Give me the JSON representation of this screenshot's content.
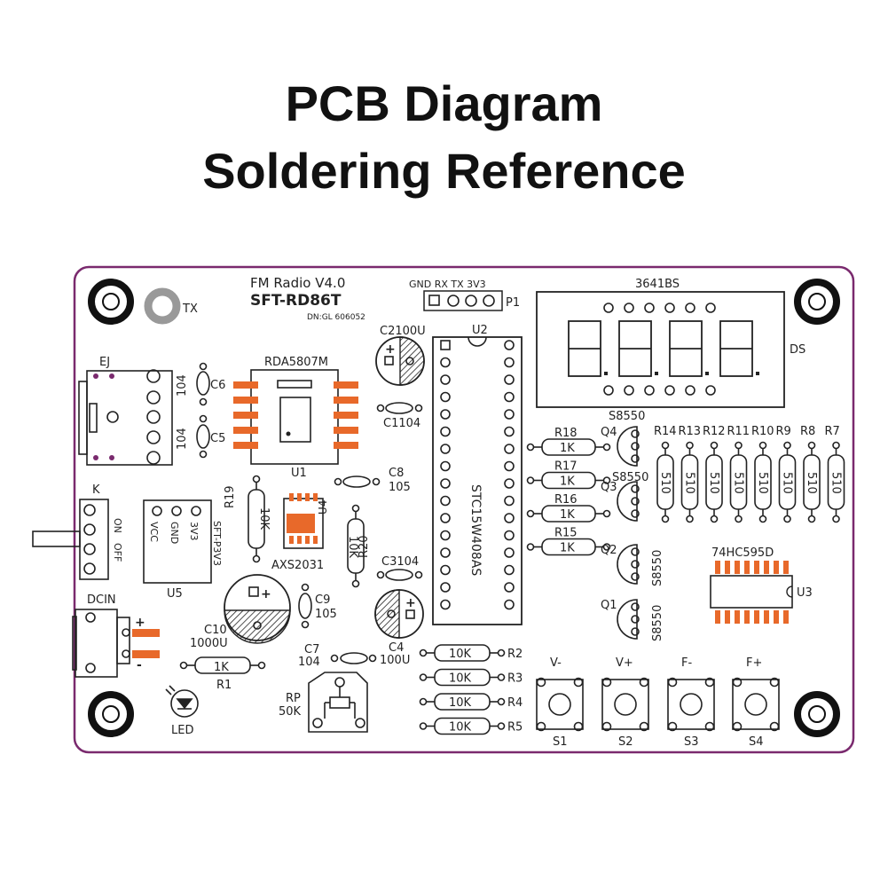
{
  "title_line1": "PCB Diagram",
  "title_line2": "Soldering Reference",
  "board": {
    "name": "FM Radio V4.0",
    "model": "SFT-RD86T",
    "dn": "DN:GL 606052",
    "tx": "TX",
    "p1_pins": "GND RX TX 3V3",
    "p1": "P1",
    "display_part": "3641BS",
    "ds": "DS",
    "ej": "EJ",
    "c6_val": "104",
    "c6": "C6",
    "c5_val": "104",
    "c5": "C5",
    "rda": "RDA5807M",
    "u1": "U1",
    "c2": "C2100U",
    "c1": "C1104",
    "u2": "U2",
    "mcu": "STC15W408AS",
    "c8": "C8",
    "c8_val": "105",
    "k": "K",
    "on": "ON",
    "off": "OFF",
    "u5_pins": [
      "VCC",
      "GND",
      "3V3"
    ],
    "u5_part": "SFT-P3V3",
    "u5": "U5",
    "r19": "R19",
    "r19_val": "10K",
    "u4": "U4",
    "axs": "AXS2031",
    "r20": "R20",
    "r20_val": "10K",
    "c3": "C3104",
    "c9": "C9",
    "c9_val": "105",
    "c10": "C10",
    "c10_val": "1000U",
    "c4": "C4",
    "c4_val": "100U",
    "dcin": "DCIN",
    "plus": "+",
    "minus": "-",
    "c7": "C7",
    "c7_val": "104",
    "r1": "R1",
    "r1_val": "1K",
    "led": "LED",
    "rp": "RP",
    "rp_val": "50K",
    "r2_5": [
      {
        "val": "10K",
        "name": "R2"
      },
      {
        "val": "10K",
        "name": "R3"
      },
      {
        "val": "10K",
        "name": "R4"
      },
      {
        "val": "10K",
        "name": "R5"
      }
    ],
    "r15_18": [
      {
        "name": "R18",
        "val": "1K"
      },
      {
        "name": "R17",
        "val": "1K"
      },
      {
        "name": "R16",
        "val": "1K"
      },
      {
        "name": "R15",
        "val": "1K"
      }
    ],
    "transistors": [
      {
        "name": "Q4",
        "part": "S8550"
      },
      {
        "name": "Q3",
        "part": "S8550"
      },
      {
        "name": "Q2",
        "part": "S8550"
      },
      {
        "name": "Q1",
        "part": "S8550"
      }
    ],
    "r7_14": [
      {
        "name": "R14",
        "val": "510"
      },
      {
        "name": "R13",
        "val": "510"
      },
      {
        "name": "R12",
        "val": "510"
      },
      {
        "name": "R11",
        "val": "510"
      },
      {
        "name": "R10",
        "val": "510"
      },
      {
        "name": "R9",
        "val": "510"
      },
      {
        "name": "R8",
        "val": "510"
      },
      {
        "name": "R7",
        "val": "510"
      }
    ],
    "shift_reg": "74HC595D",
    "u3": "U3",
    "buttons": [
      {
        "label": "V-",
        "name": "S1"
      },
      {
        "label": "V+",
        "name": "S2"
      },
      {
        "label": "F-",
        "name": "S3"
      },
      {
        "label": "F+",
        "name": "S4"
      }
    ]
  },
  "colors": {
    "outline": "#7a2a6e",
    "pad": "#e8692a",
    "ink": "#222222"
  }
}
